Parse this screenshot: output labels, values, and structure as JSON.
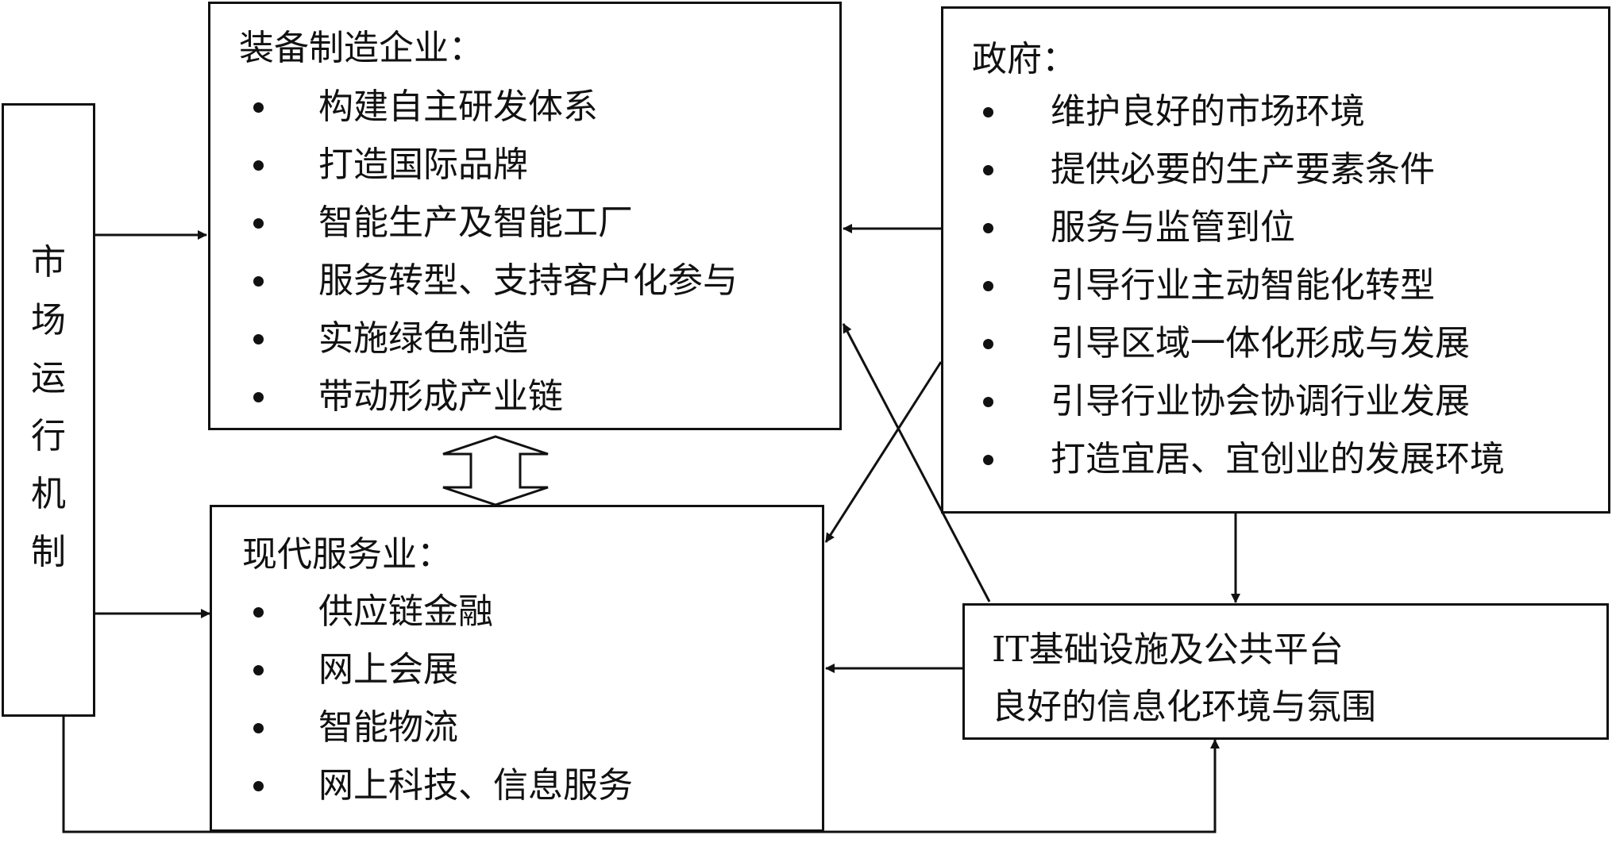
{
  "market_box": {
    "label": "市场运行机制",
    "chars": [
      "市",
      "场",
      "运",
      "行",
      "机",
      "制"
    ]
  },
  "manufacturing_box": {
    "title": "装备制造企业：",
    "items": [
      "构建自主研发体系",
      "打造国际品牌",
      "智能生产及智能工厂",
      "服务转型、支持客户化参与",
      "实施绿色制造",
      "带动形成产业链"
    ]
  },
  "service_box": {
    "title": "现代服务业：",
    "items": [
      "供应链金融",
      "网上会展",
      "智能物流",
      "网上科技、信息服务"
    ]
  },
  "government_box": {
    "title": "政府：",
    "items": [
      "维护良好的市场环境",
      "提供必要的生产要素条件",
      "服务与监管到位",
      "引导行业主动智能化转型",
      "引导区域一体化形成与发展",
      "引导行业协会协调行业发展",
      "打造宜居、宜创业的发展环境"
    ]
  },
  "it_box": {
    "line1": "IT基础设施及公共平台",
    "line2": "良好的信息化环境与氛围"
  }
}
